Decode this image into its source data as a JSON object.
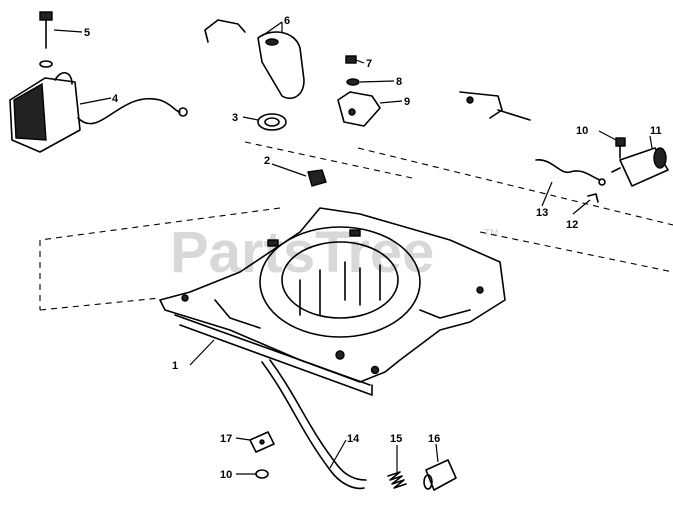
{
  "watermark": {
    "text": "PartsTree",
    "tm": "TM"
  },
  "callouts": [
    "1",
    "2",
    "3",
    "4",
    "5",
    "6",
    "7",
    "8",
    "9",
    "10",
    "11",
    "12",
    "13",
    "14",
    "15",
    "16",
    "17",
    "10"
  ]
}
